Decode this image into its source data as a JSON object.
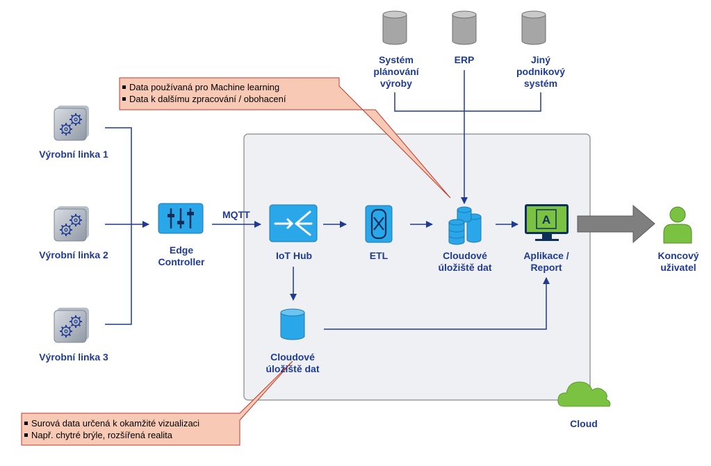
{
  "production_lines": [
    {
      "label": "Výrobní linka 1"
    },
    {
      "label": "Výrobní linka 2"
    },
    {
      "label": "Výrobní linka 3"
    }
  ],
  "edge_controller": {
    "label": "Edge\nController"
  },
  "protocol_label": "MQTT",
  "iot_hub": {
    "label": "IoT Hub"
  },
  "etl": {
    "label": "ETL"
  },
  "cloud_storage_main": {
    "label": "Cloudové\núložiště dat"
  },
  "cloud_storage_raw": {
    "label": "Cloudové\núložiště dat"
  },
  "application": {
    "label": "Aplikace /\nReport"
  },
  "end_user": {
    "label": "Koncový\nuživatel"
  },
  "enterprise_systems": [
    {
      "label": "Systém\nplánování\nvýroby"
    },
    {
      "label": "ERP"
    },
    {
      "label": "Jiný\npodnikový\nsystém"
    }
  ],
  "cloud": {
    "label": "Cloud"
  },
  "callout_top": {
    "items": [
      "Data používaná pro Machine learning",
      "Data k dalšímu zpracování / obohacení"
    ]
  },
  "callout_bottom": {
    "items": [
      "Surová data určená k okamžité vizualizaci",
      "Např. chytré brýle, rozšířená realita"
    ]
  },
  "colors": {
    "label_text": "#1f3a93",
    "line": "#1f3a93",
    "icon_blue": "#2aa7e8",
    "icon_gray": "#a6a6a6",
    "cloud_green": "#7cc242",
    "callout_fill": "#f8c9b4",
    "cloud_box": "#eef0f3"
  }
}
